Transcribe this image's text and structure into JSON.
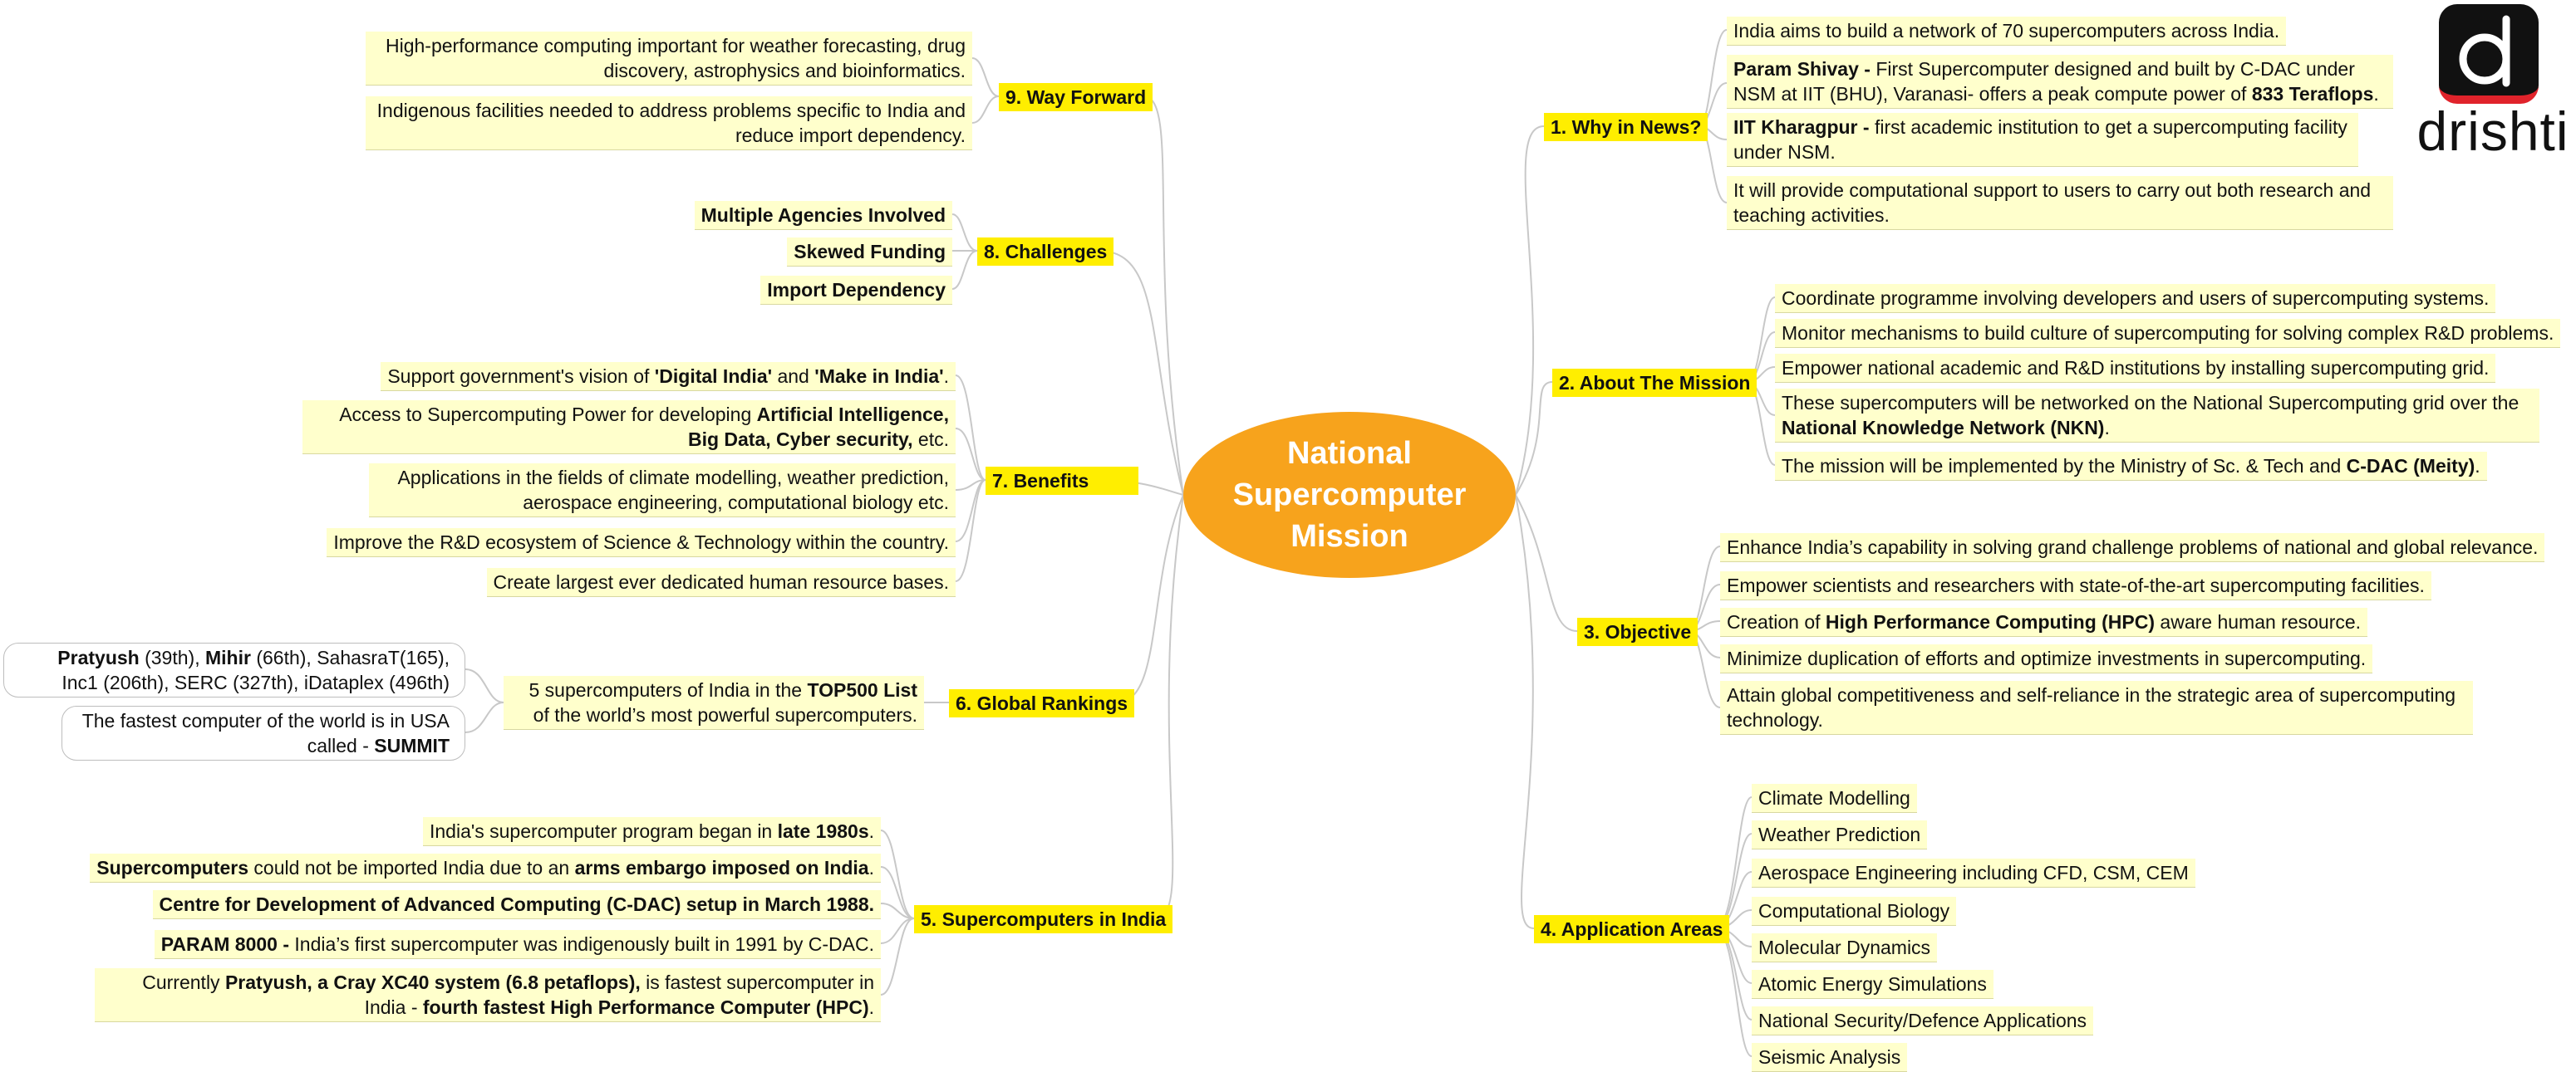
{
  "center": "National\nSupercomputer\nMission",
  "logo": "drishti",
  "branches": {
    "why": "1. Why in News?",
    "about": "2. About The Mission",
    "objective": "3. Objective",
    "apps": "4. Application Areas",
    "india": "5. Supercomputers in India",
    "rankings": "6. Global Rankings",
    "benefits": "7. Benefits",
    "challenges": "8. Challenges",
    "forward": "9. Way Forward"
  },
  "why": [
    {
      "runs": [
        "India aims to build a network of 70 supercomputers across India."
      ]
    },
    {
      "runs": [
        "Param Shivay - ",
        "First Supercomputer designed and built by C-DAC under NSM at IIT (BHU), Varanasi- offers a peak compute power of ",
        "833 Teraflops",
        "."
      ]
    },
    {
      "runs": [
        "IIT Kharagpur - ",
        "first academic institution to get a supercomputing facility under NSM."
      ]
    },
    {
      "runs": [
        "It will provide computational support to users to carry out both research and teaching activities."
      ]
    }
  ],
  "about": [
    {
      "runs": [
        "Coordinate programme involving developers and users of supercomputing systems."
      ]
    },
    {
      "runs": [
        "Monitor mechanisms to build culture of supercomputing for solving complex R&D problems."
      ]
    },
    {
      "runs": [
        "Empower national academic and R&D institutions by installing supercomputing grid."
      ]
    },
    {
      "runs": [
        "These supercomputers will be networked on the National Supercomputing grid over the ",
        "National Knowledge Network (NKN)",
        "."
      ]
    },
    {
      "runs": [
        "The mission will be implemented by the Ministry of Sc. & Tech and ",
        "C-DAC (Meity)",
        "."
      ]
    }
  ],
  "objective": [
    {
      "runs": [
        "Enhance India’s capability in solving grand challenge problems of national and global relevance."
      ]
    },
    {
      "runs": [
        "Empower scientists and researchers with state-of-the-art supercomputing facilities."
      ]
    },
    {
      "runs": [
        "Creation of ",
        "High Performance Computing (HPC)",
        " aware human resource."
      ]
    },
    {
      "runs": [
        "Minimize duplication of efforts and optimize investments in supercomputing."
      ]
    },
    {
      "runs": [
        "Attain global competitiveness and self-reliance in the strategic area of supercomputing technology."
      ]
    }
  ],
  "apps": [
    "Climate Modelling",
    "Weather Prediction",
    "Aerospace Engineering including CFD, CSM, CEM",
    "Computational Biology",
    "Molecular Dynamics",
    "Atomic Energy Simulations",
    "National Security/Defence Applications",
    "Seismic Analysis"
  ],
  "india": [
    {
      "runs": [
        "India's supercomputer program began in ",
        "late 1980s",
        "."
      ]
    },
    {
      "runs": [
        "Supercomputers",
        " could not be imported India due to an ",
        "arms embargo imposed on India",
        "."
      ]
    },
    {
      "runs": [
        "Centre for Development of Advanced Computing (C-DAC) setup in March 1988."
      ]
    },
    {
      "runs": [
        "PARAM 8000 - ",
        "India’s first supercomputer was indigenously built in 1991 by C-DAC."
      ]
    },
    {
      "runs": [
        "Currently ",
        "Pratyush, a Cray XC40 system (6.8 petaflops),",
        " is fastest supercomputer in India - ",
        "fourth fastest High Performance Computer (HPC)",
        "."
      ]
    }
  ],
  "rankings": {
    "main": {
      "runs": [
        "5 supercomputers of India in the ",
        "TOP500 List",
        " of the world’s most powerful supercomputers."
      ]
    },
    "sub": [
      {
        "runs": [
          "Pratyush",
          " (39th), ",
          "Mihir",
          " (66th), SahasraT(165), Inc1 (206th), SERC (327th), iDataplex (496th)"
        ]
      },
      {
        "runs": [
          "The fastest computer of the world is in USA called - ",
          "SUMMIT"
        ]
      }
    ]
  },
  "benefits": [
    {
      "runs": [
        "Support government's vision of ",
        "'Digital India'",
        " and ",
        "'Make in India'",
        "."
      ]
    },
    {
      "runs": [
        "Access to Supercomputing Power for developing ",
        "Artificial Intelligence, Big Data, Cyber security,",
        " etc."
      ]
    },
    {
      "runs": [
        "Applications in the fields of climate modelling, weather prediction, aerospace engineering, computational biology etc."
      ]
    },
    {
      "runs": [
        "Improve the R&D ecosystem of Science & Technology within the country."
      ]
    },
    {
      "runs": [
        "Create largest ever dedicated human resource bases."
      ]
    }
  ],
  "challenges": [
    "Multiple Agencies Involved",
    "Skewed Funding",
    "Import Dependency"
  ],
  "forward": [
    {
      "runs": [
        "High-performance computing important for weather forecasting, drug discovery, astrophysics and bioinformatics."
      ]
    },
    {
      "runs": [
        "Indigenous facilities needed to address problems specific to India and reduce import dependency."
      ]
    }
  ]
}
